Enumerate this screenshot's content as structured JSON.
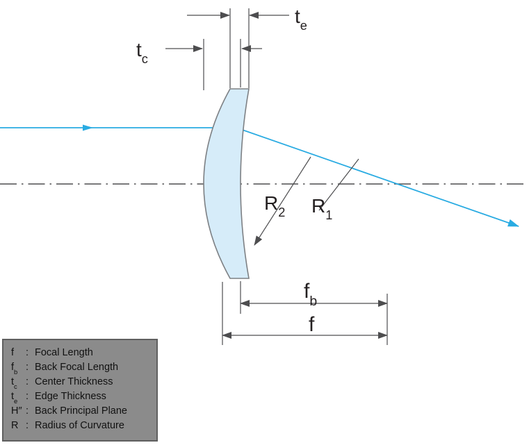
{
  "diagram": {
    "labels": {
      "te": {
        "base": "t",
        "sub": "e"
      },
      "tc": {
        "base": "t",
        "sub": "c"
      },
      "r2": {
        "base": "R",
        "sub": "2"
      },
      "r1": {
        "base": "R",
        "sub": "1"
      },
      "fb": {
        "base": "f",
        "sub": "b"
      },
      "f": {
        "base": "f",
        "sub": ""
      }
    },
    "colors": {
      "ray": "#29abe2",
      "lens_fill": "#d6ecf9",
      "lens_stroke": "#7d8084",
      "line": "#4d4d4f",
      "text": "#231f20",
      "legend_bg": "#8b8b8b",
      "legend_border": "#5f5f5f"
    },
    "legend": {
      "items": [
        {
          "base": "f",
          "sub": "",
          "colon": ":",
          "desc": "Focal Length"
        },
        {
          "base": "f",
          "sub": "b",
          "colon": ":",
          "desc": "Back Focal Length"
        },
        {
          "base": "t",
          "sub": "c",
          "colon": ":",
          "desc": "Center Thickness"
        },
        {
          "base": "t",
          "sub": "e",
          "colon": ":",
          "desc": "Edge Thickness"
        },
        {
          "base": "H″",
          "sub": "",
          "colon": ":",
          "desc": "Back Principal Plane"
        },
        {
          "base": "R",
          "sub": "",
          "colon": ":",
          "desc": "Radius of Curvature"
        }
      ]
    }
  }
}
